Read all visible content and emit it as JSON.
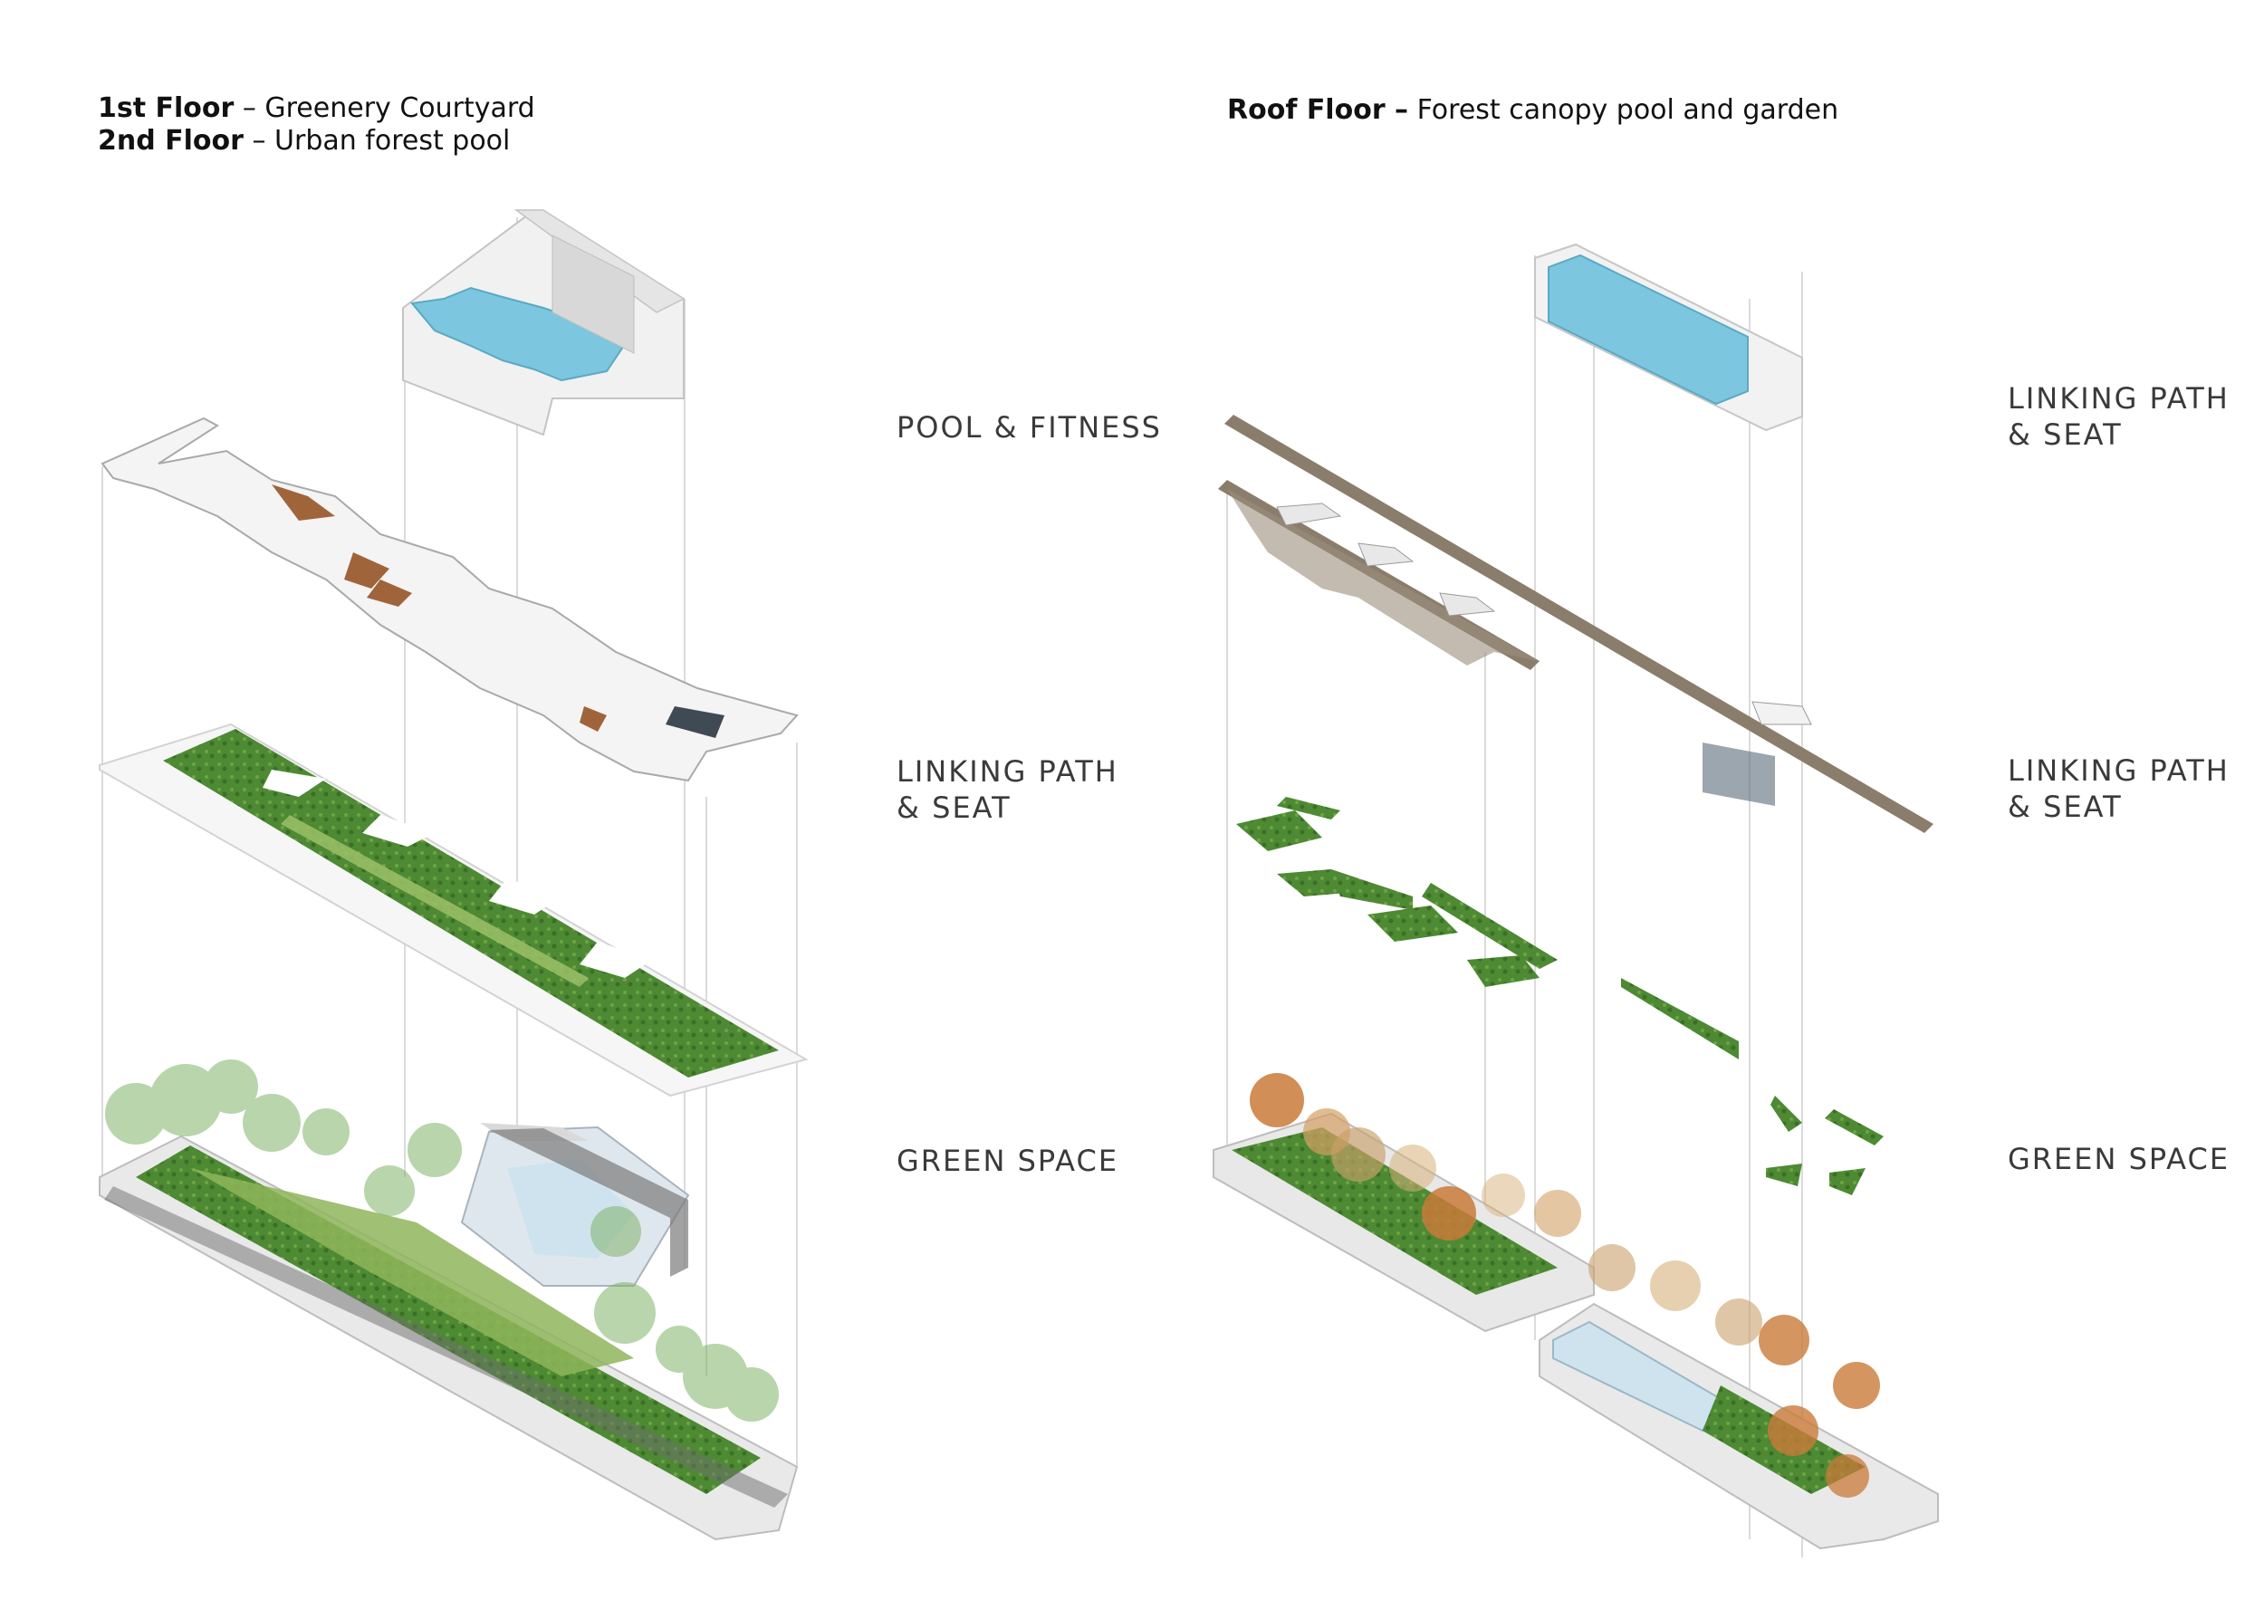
{
  "left_panel": {
    "floor1": {
      "bold": "1st  Floor",
      "rest": " – Greenery Courtyard"
    },
    "floor2": {
      "bold": "2nd Floor",
      "rest": " – Urban forest pool"
    },
    "labels": {
      "pool_fitness": "POOL & FITNESS",
      "linking_path_line1": "LINKING PATH",
      "linking_path_line2": "& SEAT",
      "green_space": "GREEN SPACE"
    }
  },
  "right_panel": {
    "roof": {
      "bold": "Roof Floor –",
      "rest": " Forest canopy pool and garden"
    },
    "labels": {
      "linking_path_top_line1": "LINKING PATH",
      "linking_path_top_line2": "& SEAT",
      "linking_path_mid_line1": "LINKING PATH",
      "linking_path_mid_line2": "& SEAT",
      "green_space": "GREEN SPACE"
    }
  },
  "colors": {
    "pool_water": "#7cc7df",
    "grass_dark": "#3f7a2a",
    "grass_light": "#8fb55a",
    "deck_brown": "#8b7d6b",
    "wood": "#a0643a",
    "autumn_tree": "#c97a3a",
    "tree_green": "#7fb36a",
    "building_grey": "#8a8a8a"
  }
}
